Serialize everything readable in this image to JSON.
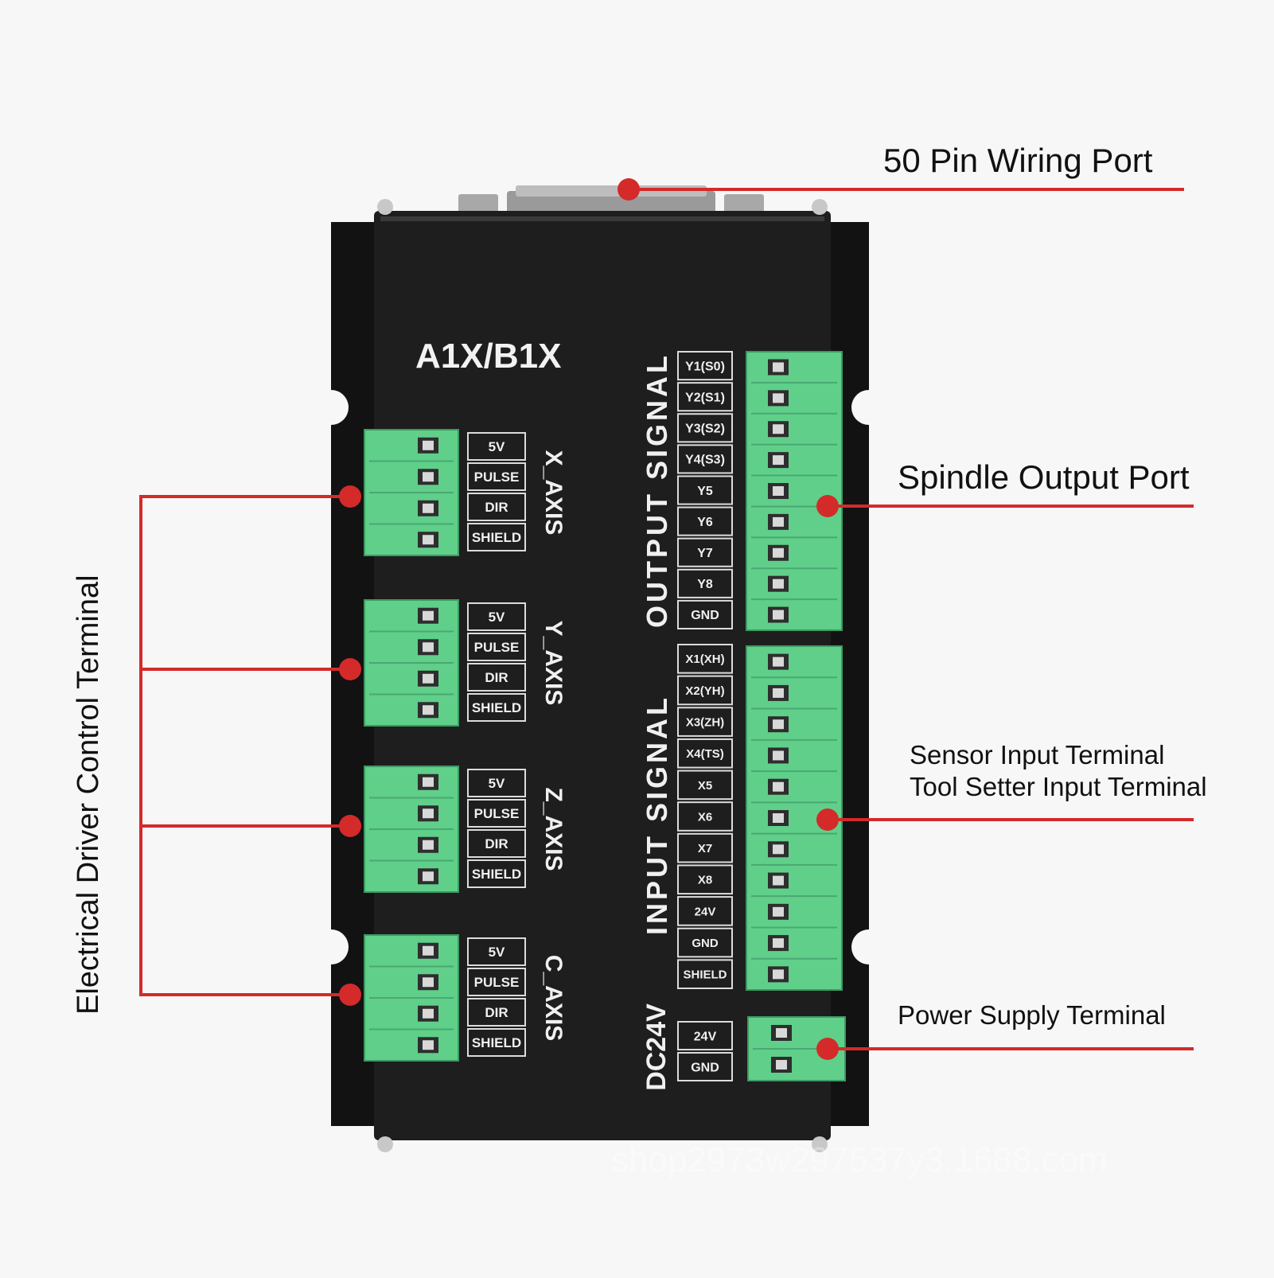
{
  "callouts": {
    "wiring_port": "50 Pin Wiring Port",
    "spindle": "Spindle Output Port",
    "sensor_line1": "Sensor Input Terminal",
    "sensor_line2": "Tool Setter Input Terminal",
    "power": "Power Supply Terminal",
    "driver": "Electrical Driver Control Terminal"
  },
  "board": {
    "model": "A1X/B1X",
    "watermark": "shop2973w297537y3.1688.com"
  },
  "axes": [
    {
      "label": "X_AXIS",
      "pins": [
        "5V",
        "PULSE",
        "DIR",
        "SHIELD"
      ]
    },
    {
      "label": "Y_AXIS",
      "pins": [
        "5V",
        "PULSE",
        "DIR",
        "SHIELD"
      ]
    },
    {
      "label": "Z_AXIS",
      "pins": [
        "5V",
        "PULSE",
        "DIR",
        "SHIELD"
      ]
    },
    {
      "label": "C_AXIS",
      "pins": [
        "5V",
        "PULSE",
        "DIR",
        "SHIELD"
      ]
    }
  ],
  "output_signal": {
    "label": "OUTPUT SIGNAL",
    "pins": [
      "Y1(S0)",
      "Y2(S1)",
      "Y3(S2)",
      "Y4(S3)",
      "Y5",
      "Y6",
      "Y7",
      "Y8",
      "GND"
    ]
  },
  "input_signal": {
    "label": "INPUT SIGNAL",
    "pins": [
      "X1(XH)",
      "X2(YH)",
      "X3(ZH)",
      "X4(TS)",
      "X5",
      "X6",
      "X7",
      "X8",
      "24V",
      "GND",
      "SHIELD"
    ]
  },
  "power": {
    "label": "DC24V",
    "pins": [
      "24V",
      "GND"
    ]
  },
  "colors": {
    "background": "#f7f7f7",
    "board": "#1e1e1e",
    "mount": "#111111",
    "terminal": "#5fcf8a",
    "callout_line": "#d42a2a",
    "text_dark": "#111111"
  }
}
